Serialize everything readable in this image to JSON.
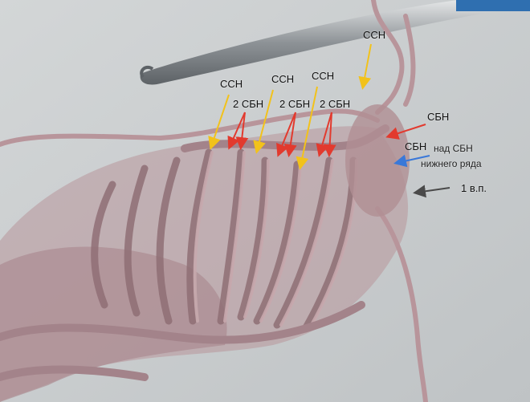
{
  "labels": {
    "ssn_top": "ССН",
    "ssn_1": "ССН",
    "ssn_2": "ССН",
    "ssn_3": "ССН",
    "two_sbn_1": "2 СБН",
    "two_sbn_2": "2 СБН",
    "two_sbn_3": "2 СБН",
    "sbn": "СБН",
    "sbn_over_a": "СБН",
    "sbn_over_b": "над СБН",
    "sbn_over_c": "нижнего ряда",
    "one_vp": "1 в.п."
  },
  "colors": {
    "yarn": "#b8959b",
    "yarn_dark": "#8f6f75",
    "background": "#c9cdcf",
    "hook_metal": "#9aa0a4",
    "hook_handle": "#2f6fb0",
    "arrow_yellow": "#f2c21b",
    "arrow_red": "#e23a2e",
    "arrow_blue": "#3a78d8",
    "arrow_gray": "#4a4a4a"
  }
}
